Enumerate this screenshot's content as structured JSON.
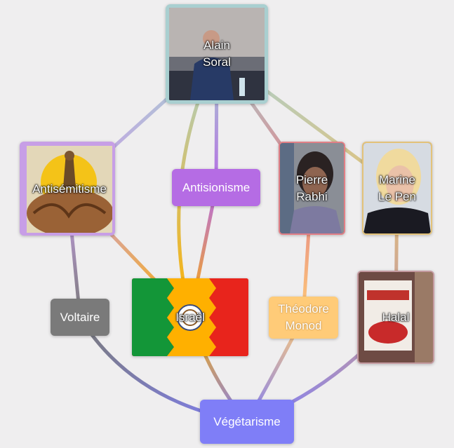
{
  "nodes": {
    "soral": {
      "label": "Alain\nSoral",
      "color": "#a9cfd0"
    },
    "antisemitisme": {
      "label": "Antisémitisme",
      "color": "#c79ee6"
    },
    "antisionisme": {
      "label": "Antisionisme",
      "color": "#b56ce4"
    },
    "rabhi": {
      "label": "Pierre\nRabhi",
      "color": "#e27f86"
    },
    "lepen": {
      "label": "Marine\nLe Pen",
      "color": "#e3c279"
    },
    "voltaire": {
      "label": "Voltaire",
      "color": "#7a7a7a"
    },
    "israel": {
      "label": "Israël",
      "color": "#ffb000"
    },
    "monod": {
      "label": "Théodore\nMonod",
      "color": "#ffcb78"
    },
    "halal": {
      "label": "Halal",
      "color": "#c49aa0"
    },
    "vegetarisme": {
      "label": "Végétarisme",
      "color": "#7f7ef7"
    }
  },
  "edges": [
    [
      "soral",
      "antisemitisme"
    ],
    [
      "soral",
      "israel"
    ],
    [
      "soral",
      "antisionisme"
    ],
    [
      "soral",
      "rabhi"
    ],
    [
      "soral",
      "lepen"
    ],
    [
      "antisemitisme",
      "israel"
    ],
    [
      "antisemitisme",
      "voltaire"
    ],
    [
      "antisionisme",
      "israel"
    ],
    [
      "rabhi",
      "monod"
    ],
    [
      "lepen",
      "halal"
    ],
    [
      "voltaire",
      "vegetarisme"
    ],
    [
      "israel",
      "vegetarisme"
    ],
    [
      "monod",
      "vegetarisme"
    ],
    [
      "halal",
      "vegetarisme"
    ]
  ]
}
